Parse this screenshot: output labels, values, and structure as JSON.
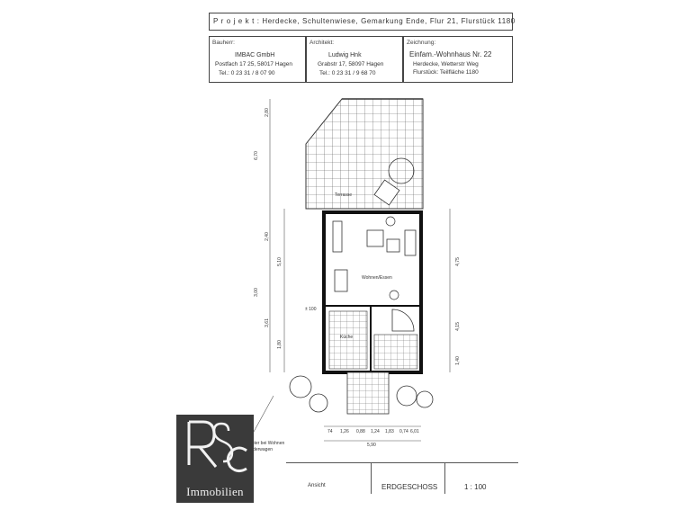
{
  "header": {
    "project": "P r o j e k t :  Herdecke, Schultenwiese, Gemarkung Ende, Flur 21, Flurstück 1180"
  },
  "blocks": {
    "bauherr_label": "Bauherr:",
    "bauherr_name": "IMBAC GmbH",
    "bauherr_addr": "Postfach 17 25, 58017 Hagen",
    "bauherr_tel": "Tel.: 0 23 31 / 8 07 90",
    "architekt_label": "Architekt:",
    "architekt_name": "Ludwig Hnk",
    "architekt_addr": "Grabstr 17, 58097 Hagen",
    "architekt_tel": "Tel.: 0 23 31 / 9 68 70",
    "zeichnung_label": "Zeichnung:",
    "zeichnung_title": "Einfam.-Wohnhaus Nr. 22",
    "zeichnung_sub1": "Herdecke, Wetterstr Weg",
    "zeichnung_sub2": "Flurstück: Teilfläche 1180"
  },
  "plan": {
    "room_terrace": "Terrasse",
    "room_living": "Wohnen/Essen",
    "room_kitchen": "Küche",
    "label_window": "Zusatzfenster bei Wohnen",
    "label_window2": "für Ein Kinderwagen",
    "level_mark": "± 100",
    "dims_left": [
      "2,80",
      "6,70",
      "2,40",
      "5,10",
      "3,00",
      "3,61",
      "1,80"
    ],
    "dims_right": [
      "4,75",
      "4,15",
      "1,40"
    ],
    "dims_bottom": [
      "74",
      "1,26",
      "0,88",
      "1,24",
      "1,83",
      "0,74",
      "6,01"
    ],
    "dim_total": "5,90"
  },
  "footer": {
    "ansicht_label": "Ansicht",
    "floor": "ERDGESCHOSS",
    "scale": "1 : 100"
  },
  "logo": {
    "monogram": "RSC",
    "name": "Immobilien"
  },
  "colors": {
    "logo_bg": "#3a3a3a",
    "ink": "#333333"
  }
}
